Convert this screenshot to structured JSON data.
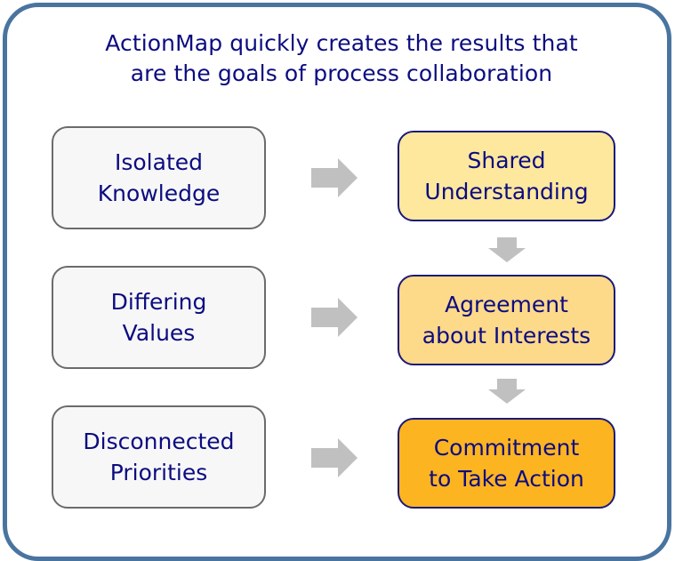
{
  "title": {
    "line1": "ActionMap quickly creates the results that",
    "line2": "are the goals of process collaboration"
  },
  "left_boxes": [
    {
      "line1": "Isolated",
      "line2": "Knowledge"
    },
    {
      "line1": "Differing",
      "line2": "Values"
    },
    {
      "line1": "Disconnected",
      "line2": "Priorities"
    }
  ],
  "right_boxes": [
    {
      "line1": "Shared",
      "line2": "Understanding",
      "fill": "#fde89e"
    },
    {
      "line1": "Agreement",
      "line2": "about Interests",
      "fill": "#fdd98a"
    },
    {
      "line1": "Commitment",
      "line2": "to Take Action",
      "fill": "#fdb421"
    }
  ],
  "colors": {
    "frame_border": "#4a74a0",
    "text": "#0c0c80",
    "arrow": "#c0c0c0",
    "left_box_fill": "#f7f7f7",
    "left_box_border": "#6b6b6b",
    "right_box_border": "#1a1a78"
  },
  "icons": {
    "horizontal_arrows": "right-arrow-icon",
    "vertical_arrows": "down-arrow-icon"
  }
}
